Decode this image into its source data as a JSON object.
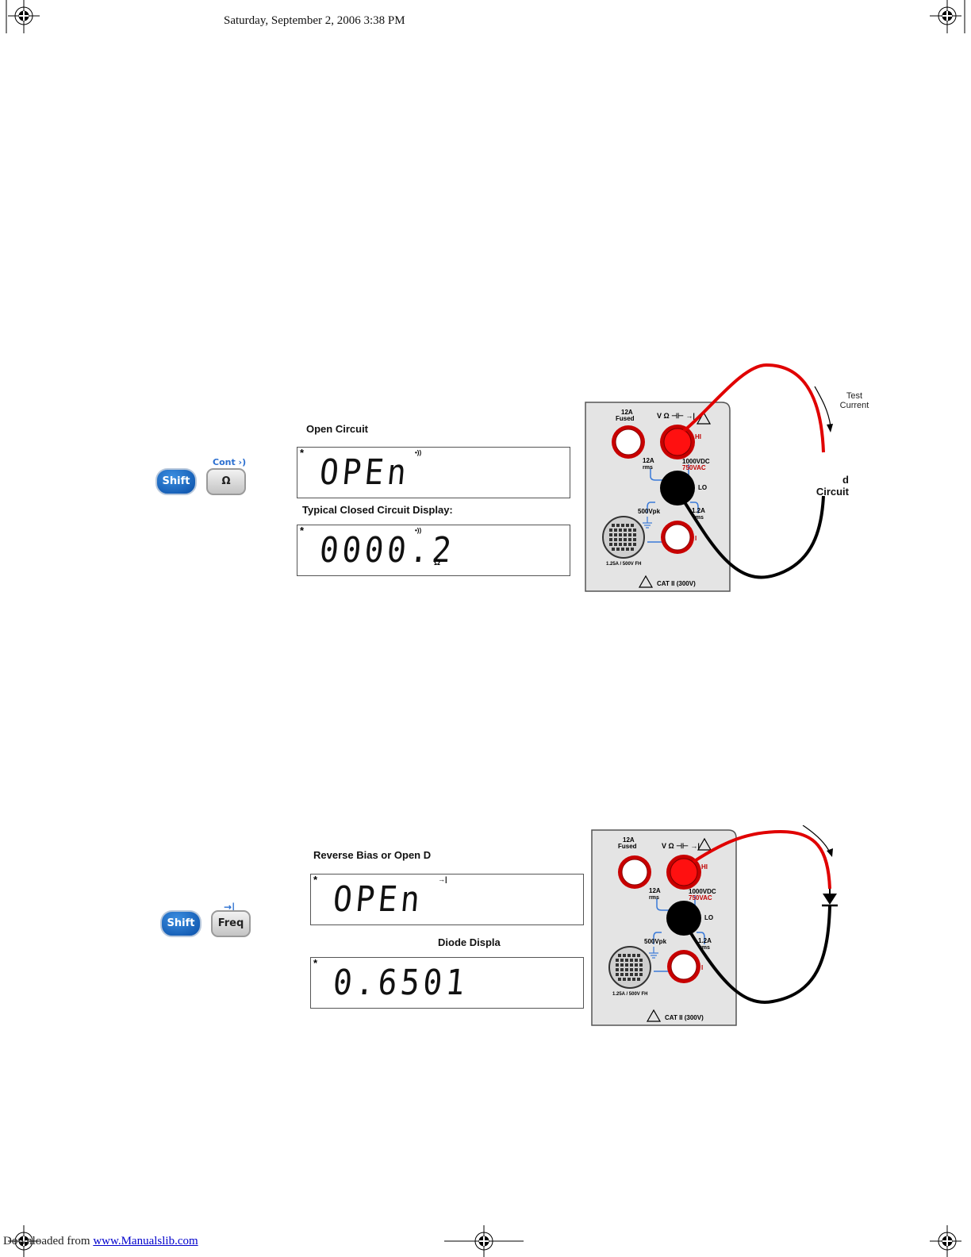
{
  "header": {
    "date": "Saturday, September 2, 2006  3:38 PM"
  },
  "footer": {
    "prefix": "Downloaded from ",
    "link": "www.Manualslib.com"
  },
  "continuity": {
    "key_shift": "Shift",
    "key_ohm": "Ω",
    "shifted_label": "Cont ›)",
    "open_label": "Open Circuit",
    "open_display": {
      "star": "*",
      "annunciator": "•))",
      "value": "OPEn",
      "unit": ""
    },
    "closed_label": "Typical Closed Circuit Display:",
    "closed_display": {
      "star": "*",
      "annunciator": "•))",
      "value": "0000.2",
      "unit": "Ω"
    },
    "test_current": [
      "Test",
      "Current"
    ],
    "circuit_label": [
      "d",
      "Circuit"
    ]
  },
  "diode": {
    "key_shift": "Shift",
    "key_freq": "Freq",
    "shifted_label": "→|",
    "reverse_label": "Reverse Bias or Open D",
    "reverse_display": {
      "star": "*",
      "annunciator": "→|",
      "value": "OPEn"
    },
    "diode_label": "Diode Displa",
    "diode_display": {
      "star": "*",
      "value": "0.6501"
    }
  },
  "panel": {
    "fused": [
      "12A",
      "Fused"
    ],
    "function": "V Ω ⊣⊢ →|",
    "hi": "HI",
    "lo": "LO",
    "i": "I",
    "rms12": [
      "12A",
      "rms"
    ],
    "rating": [
      "1000VDC",
      "750VAC"
    ],
    "peak": "500Vpk",
    "rms12b": [
      "1.2A",
      "rms"
    ],
    "fuse": "1.25A / 500V FH",
    "cat": "CAT II (300V)"
  },
  "colors": {
    "probe_red": "#e00000",
    "probe_black": "#000000",
    "key_blue": "#0a5fc0",
    "accent_blue": "#2b6fd0",
    "panel_bg": "#e4e4e4"
  }
}
